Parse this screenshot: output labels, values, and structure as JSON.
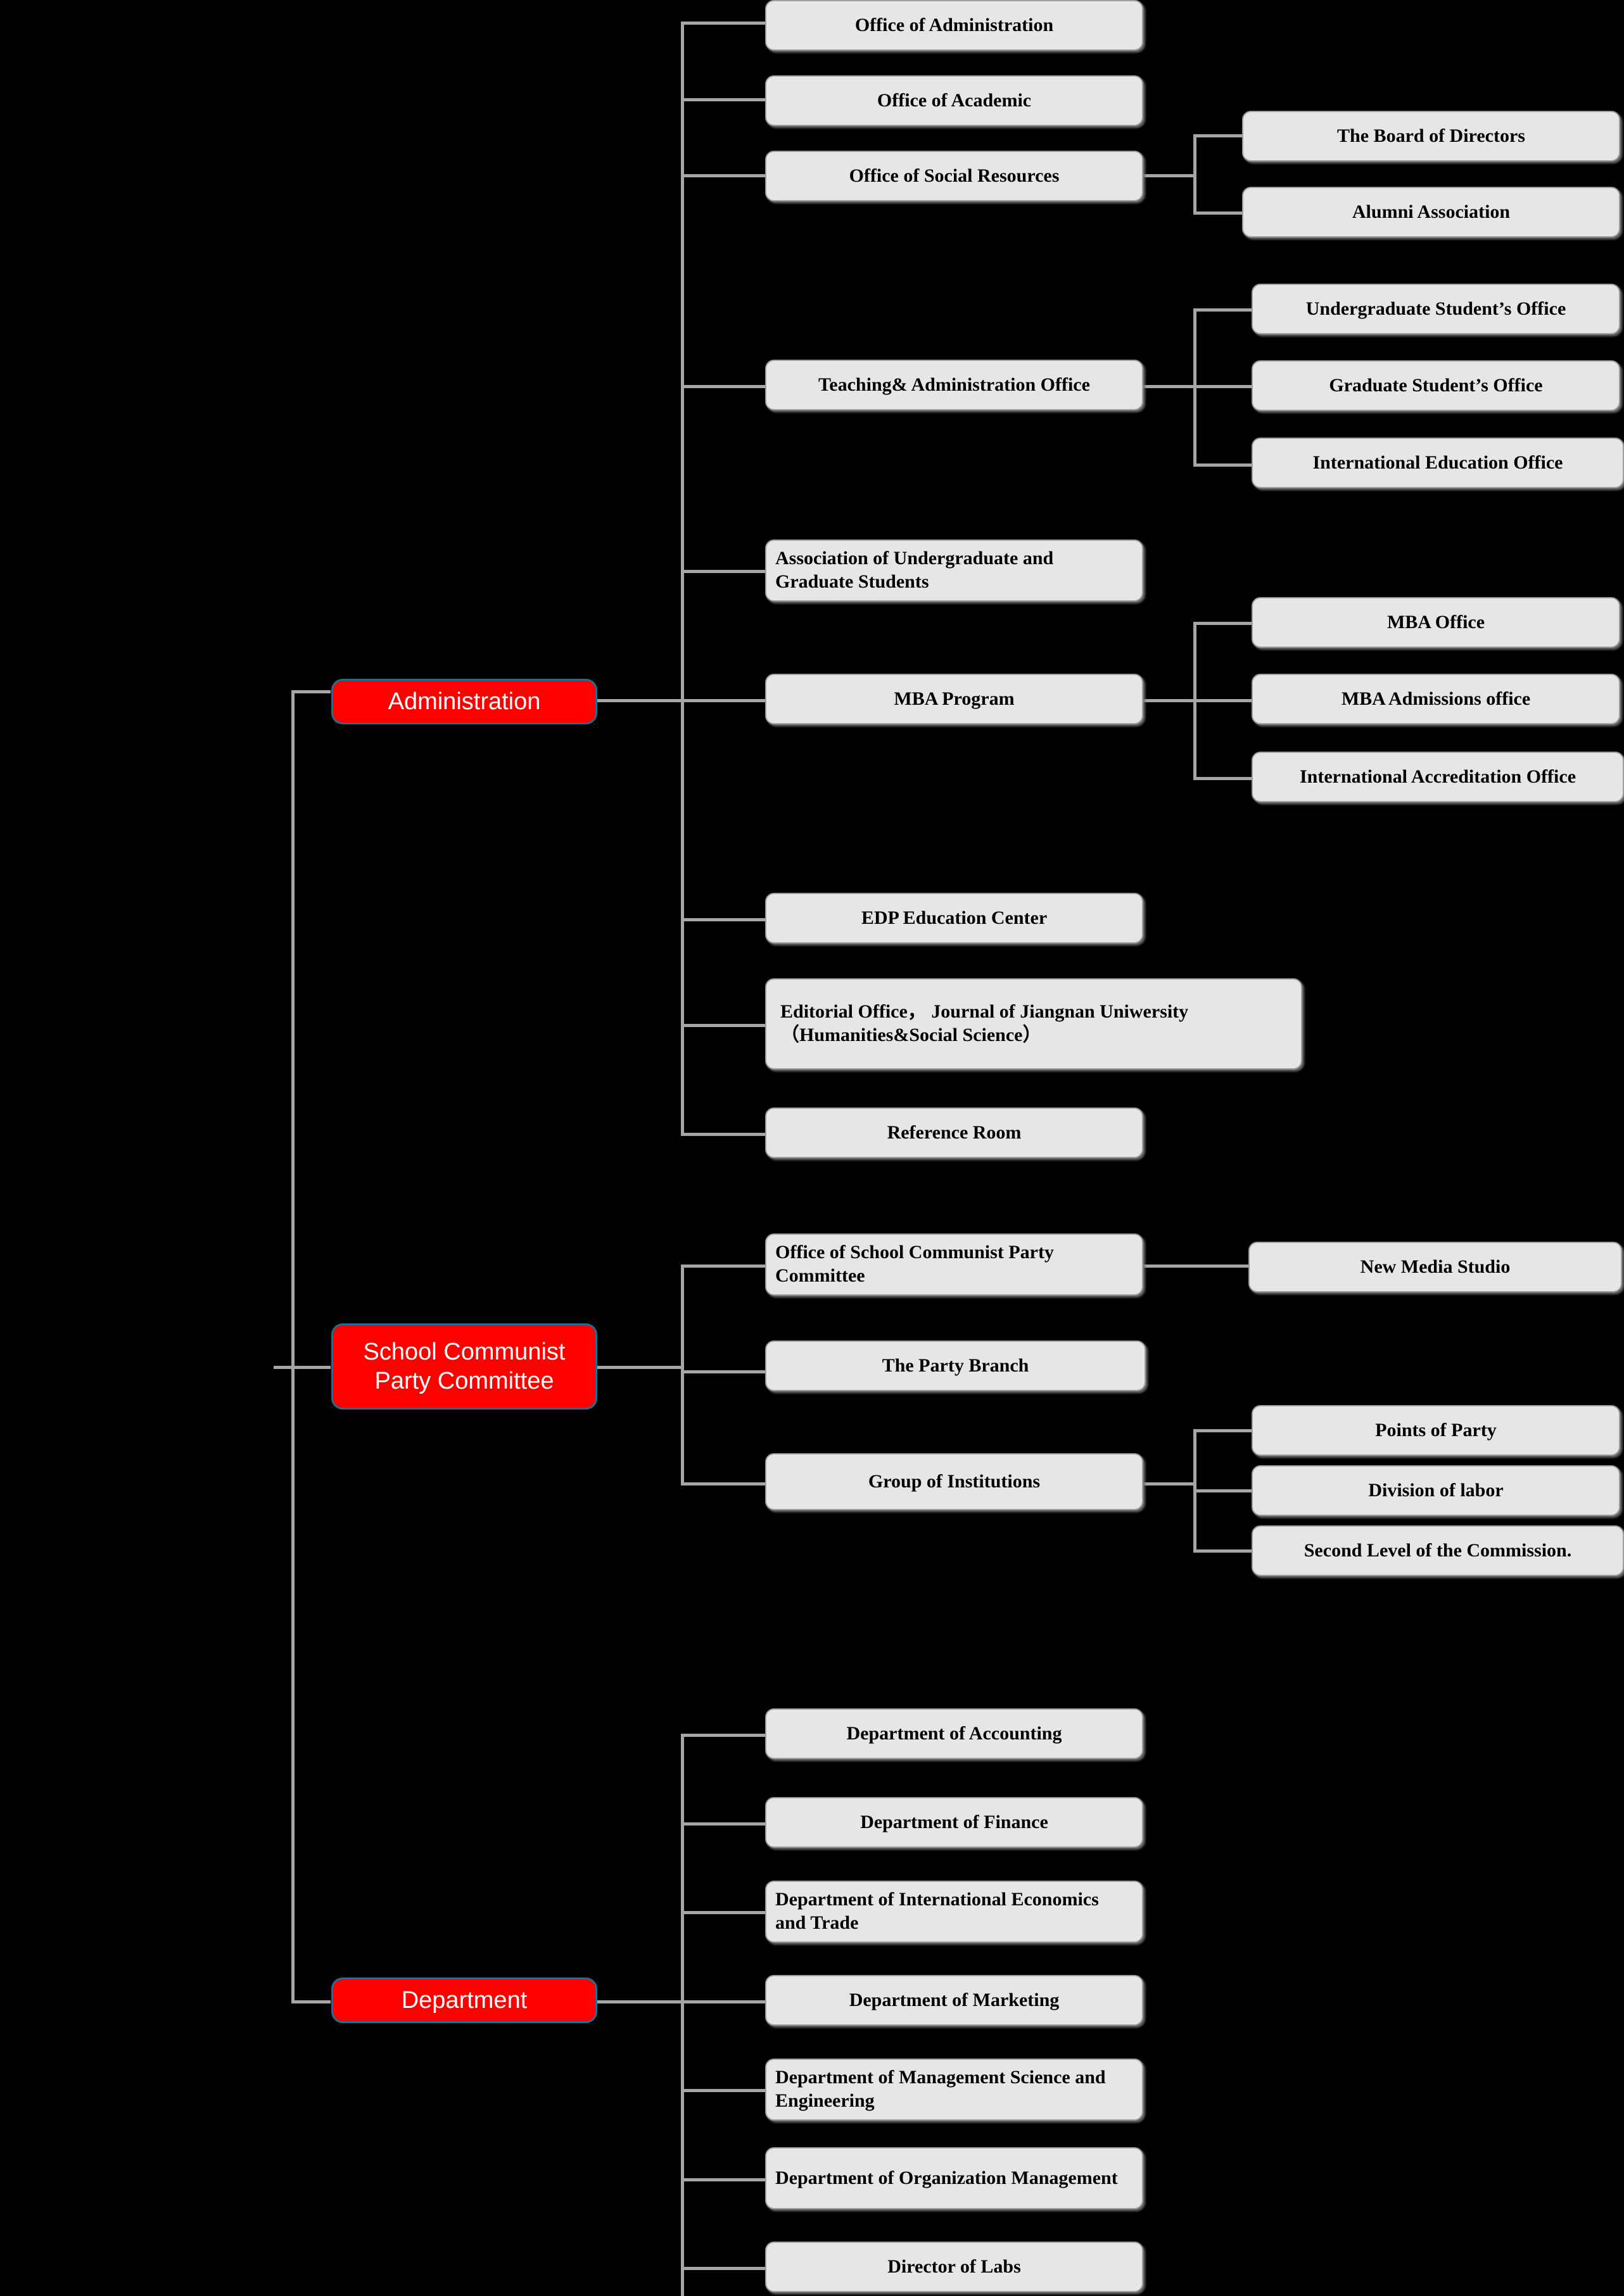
{
  "diagram": {
    "title": "School Organizational Structure Chart",
    "colors": {
      "background": "#000000",
      "connector": "#a6a6a6",
      "node_fill": "#e6e6e6",
      "node_border": "#9e9e9e",
      "root_fill": "#fe0000",
      "root_border": "#1f6f91",
      "root_text": "#ffffff",
      "node_text": "#000000"
    }
  },
  "branches": {
    "administration": {
      "label": "Administration",
      "children": [
        {
          "label": "Office of Administration",
          "children": []
        },
        {
          "label": "Office of Academic",
          "children": []
        },
        {
          "label": "Office of Social Resources",
          "children": [
            {
              "label": "The Board of Directors"
            },
            {
              "label": "Alumni Association"
            }
          ]
        },
        {
          "label": "Teaching& Administration Office",
          "children": [
            {
              "label": "Undergraduate Student’s Office"
            },
            {
              "label": "Graduate Student’s Office"
            },
            {
              "label": "International Education Office"
            }
          ]
        },
        {
          "label": "Association of Undergraduate and Graduate Students",
          "children": []
        },
        {
          "label": "MBA Program",
          "children": [
            {
              "label": "MBA Office"
            },
            {
              "label": "MBA Admissions office"
            },
            {
              "label": "International Accreditation Office"
            }
          ]
        },
        {
          "label": "EDP Education Center",
          "children": []
        },
        {
          "label": "Editorial Office， Journal of Jiangnan Uniwersity（Humanities&Social Science）",
          "children": []
        },
        {
          "label": "Reference Room",
          "children": []
        }
      ]
    },
    "party_committee": {
      "label": "School Communist Party Committee",
      "children": [
        {
          "label": "Office of School Communist Party Committee",
          "children": [
            {
              "label": "New Media Studio"
            }
          ]
        },
        {
          "label": "The Party Branch",
          "children": []
        },
        {
          "label": "Group of Institutions",
          "children": [
            {
              "label": "Points of Party"
            },
            {
              "label": "Division of labor"
            },
            {
              "label": "Second Level of the Commission."
            }
          ]
        }
      ]
    },
    "department": {
      "label": "Department",
      "children": [
        {
          "label": "Department of Accounting",
          "children": []
        },
        {
          "label": "Department of Finance",
          "children": []
        },
        {
          "label": "Department of International Economics and Trade",
          "children": []
        },
        {
          "label": "Department of Marketing",
          "children": []
        },
        {
          "label": "Department of Management Science and Engineering",
          "children": []
        },
        {
          "label": "Department of Organization Management",
          "children": []
        },
        {
          "label": "Director of Labs",
          "children": []
        }
      ]
    }
  }
}
